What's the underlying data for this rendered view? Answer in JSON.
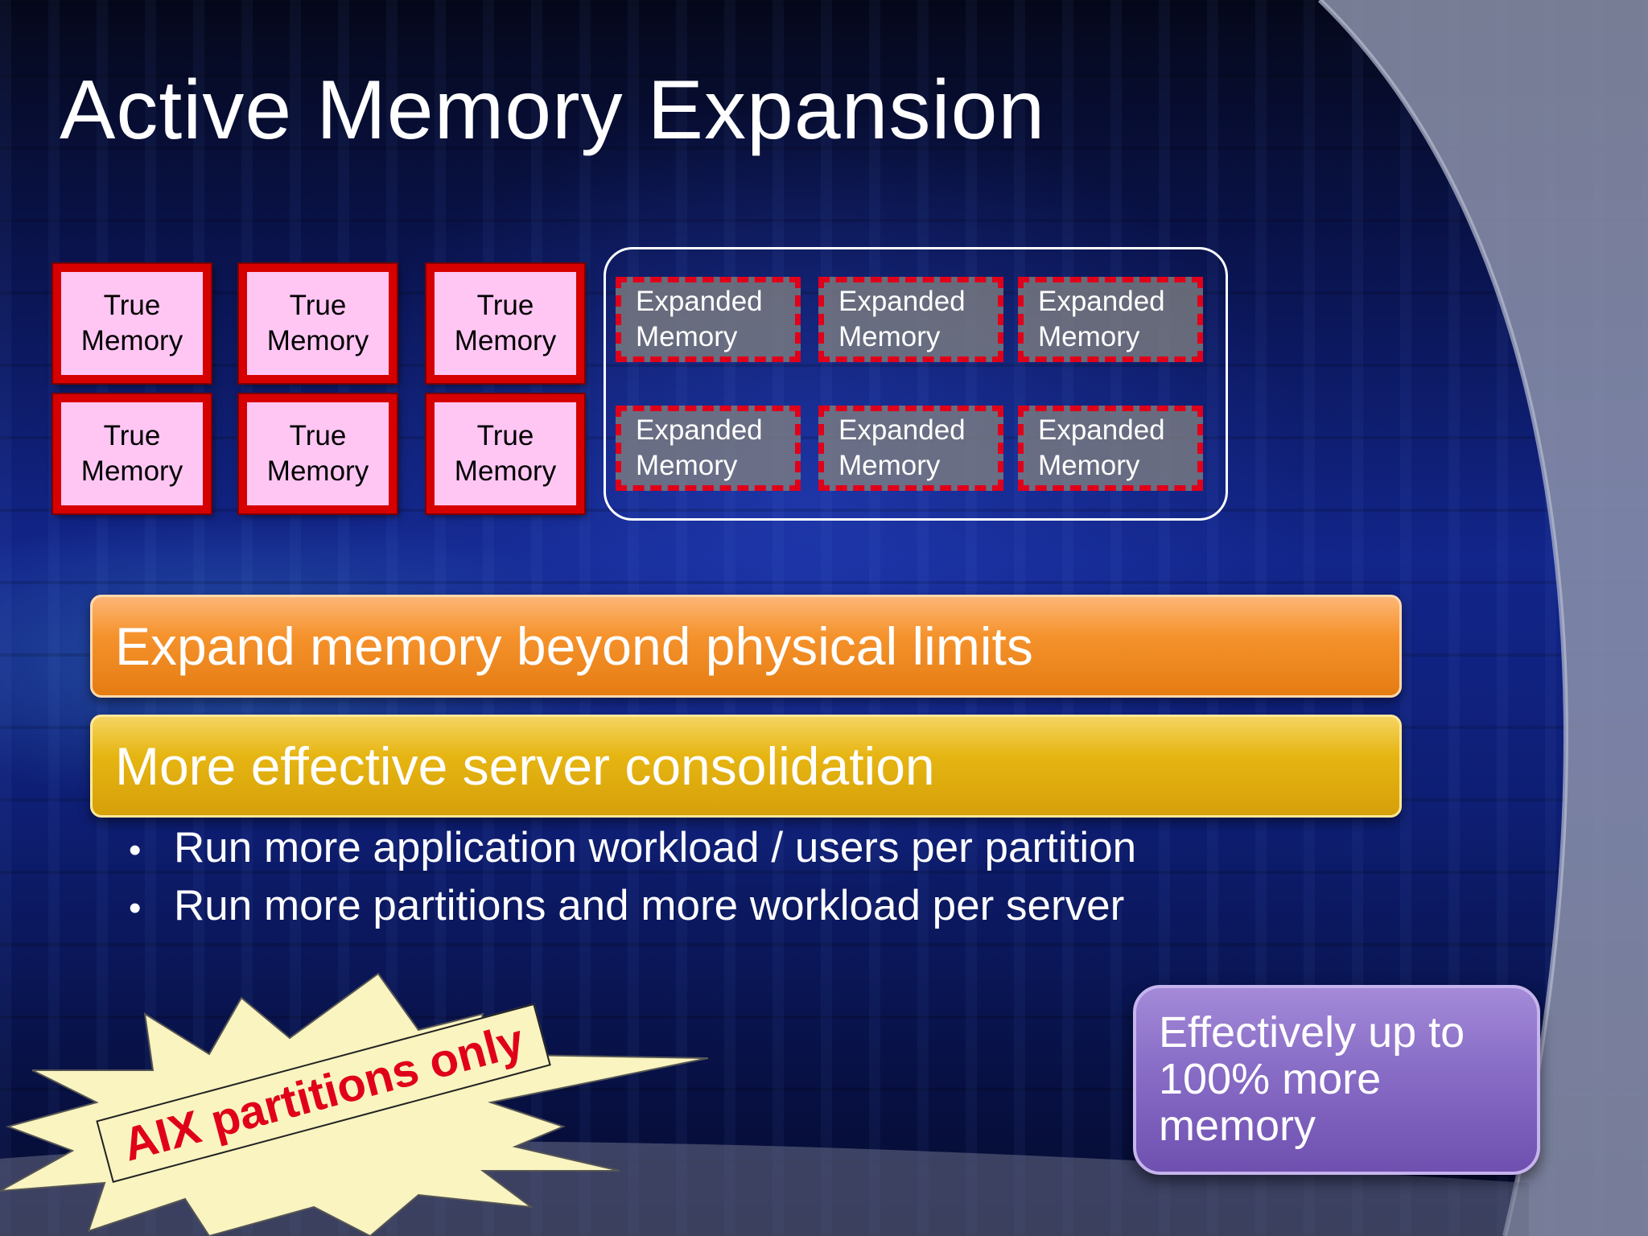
{
  "slide": {
    "title": "Active Memory Expansion",
    "true_memory_boxes": [
      {
        "line1": "True",
        "line2": "Memory"
      },
      {
        "line1": "True",
        "line2": "Memory"
      },
      {
        "line1": "True",
        "line2": "Memory"
      },
      {
        "line1": "True",
        "line2": "Memory"
      },
      {
        "line1": "True",
        "line2": "Memory"
      },
      {
        "line1": "True",
        "line2": "Memory"
      }
    ],
    "expanded_memory_boxes": [
      {
        "line1": "Expanded",
        "line2": "Memory"
      },
      {
        "line1": "Expanded",
        "line2": "Memory"
      },
      {
        "line1": "Expanded",
        "line2": "Memory"
      },
      {
        "line1": "Expanded",
        "line2": "Memory"
      },
      {
        "line1": "Expanded",
        "line2": "Memory"
      },
      {
        "line1": "Expanded",
        "line2": "Memory"
      }
    ],
    "bar_orange": "Expand memory beyond physical limits",
    "bar_gold": "More effective server consolidation",
    "bullets": [
      "Run more application workload / users per partition",
      "Run more partitions and more workload per server"
    ],
    "bullet_glyph": "•",
    "callout": {
      "line1": "Effectively up to",
      "line2": "100% more",
      "line3": "memory"
    },
    "starburst_label": "AIX partitions only"
  },
  "colors": {
    "true_memory_fill": "#ffc6f4",
    "true_memory_border": "#d70000",
    "expanded_fill": "#808080",
    "expanded_border": "#e0001a",
    "bar_orange": "#f5922c",
    "bar_gold": "#e6b512",
    "callout_purple": "#8a6fc8",
    "starburst_fill": "#f9f4c0",
    "starburst_text": "#e0001a"
  }
}
